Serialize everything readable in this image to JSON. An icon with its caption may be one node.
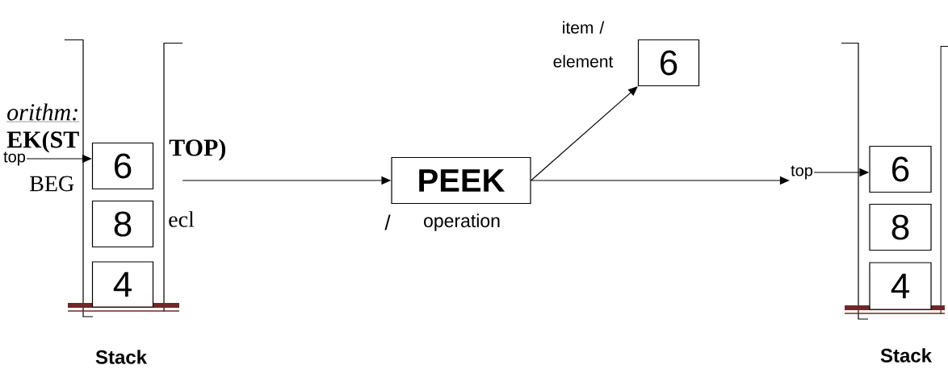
{
  "diagram": {
    "nodes": [
      {
        "text": [],
        "shape": "box",
        "beside": [
          "Stack"
        ]
      },
      {
        "text": [
          "6"
        ],
        "in": 0
      },
      {
        "text": [
          "8"
        ],
        "in": 0
      },
      {
        "text": [
          "4"
        ],
        "in": 0
      },
      {
        "text": [
          "top"
        ]
      },
      {
        "text": [
          "PEEK"
        ],
        "beside": [
          "operation"
        ]
      },
      {
        "text": [
          "6"
        ],
        "beside": [
          "item / element"
        ]
      },
      {
        "text": [],
        "shape": "box",
        "beside": [
          "Stack"
        ]
      },
      {
        "text": [
          "6"
        ],
        "in": 7
      },
      {
        "text": [
          "8"
        ],
        "in": 7
      },
      {
        "text": [
          "4"
        ],
        "in": 7
      },
      {
        "text": [
          "top"
        ]
      }
    ],
    "edges": [
      {
        "from": 4,
        "to": 1,
        "arrow": "to"
      },
      {
        "from": 0,
        "to": 5,
        "arrow": "to"
      },
      {
        "from": 5,
        "to": 6,
        "arrow": "to"
      },
      {
        "from": 5,
        "to": 11,
        "arrow": "to"
      },
      {
        "from": 11,
        "to": 8,
        "arrow": "to"
      }
    ],
    "labels": [
      "orithm:",
      "EK(ST",
      "TOP)",
      "BEG",
      "ecl",
      "/"
    ]
  }
}
